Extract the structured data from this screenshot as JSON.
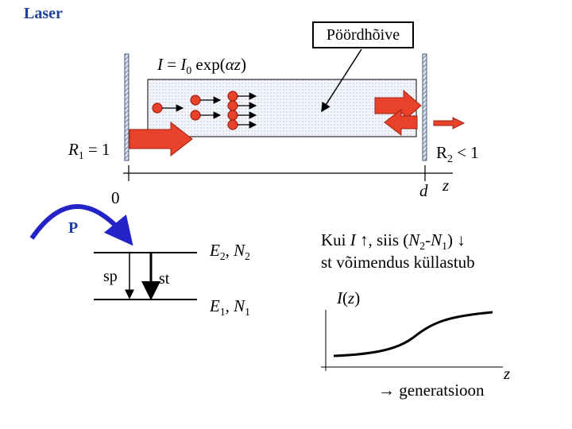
{
  "title": "Laser",
  "callout": "Pöördhõive",
  "intensity_formula": {
    "I": "I",
    "eq": " = ",
    "I0": "I",
    "I0_sub": "0",
    "exp": " exp(",
    "alpha": "α",
    "z": "z",
    "close": ")"
  },
  "mirror_left_label": {
    "R": "R",
    "sub": "1",
    "rest": " = 1"
  },
  "mirror_right_label": {
    "R": "R",
    "sub": "2",
    "rest": " < 1"
  },
  "axis": {
    "origin": "0",
    "d": "d",
    "z": "z"
  },
  "pump_label": "P",
  "levels": {
    "upper": {
      "E": "E",
      "E_sub": "2",
      "sep": ", ",
      "N": "N",
      "N_sub": "2"
    },
    "lower": {
      "E": "E",
      "E_sub": "1",
      "sep": ", ",
      "N": "N",
      "N_sub": "1"
    },
    "sp": "sp",
    "st": "st"
  },
  "saturation_note": {
    "line1_a": "Kui ",
    "line1_I": "I",
    "line1_b": " ↑, siis (",
    "line1_N2": "N",
    "line1_N2_sub": "2",
    "line1_dash": "-",
    "line1_N1": "N",
    "line1_N1_sub": "1",
    "line1_c": ") ↓",
    "line2": "st võimendus küllastub"
  },
  "graph": {
    "ylabel_I": "I",
    "ylabel_rest_open": "(",
    "ylabel_z": "z",
    "ylabel_rest_close": ")",
    "xlabel": "z",
    "note": "→ generatsioon"
  },
  "colors": {
    "title": "#1f3f9f",
    "arrow_red": "#e8422a",
    "pump_blue": "#2323c8",
    "medium_fill": "#eef0f8"
  }
}
